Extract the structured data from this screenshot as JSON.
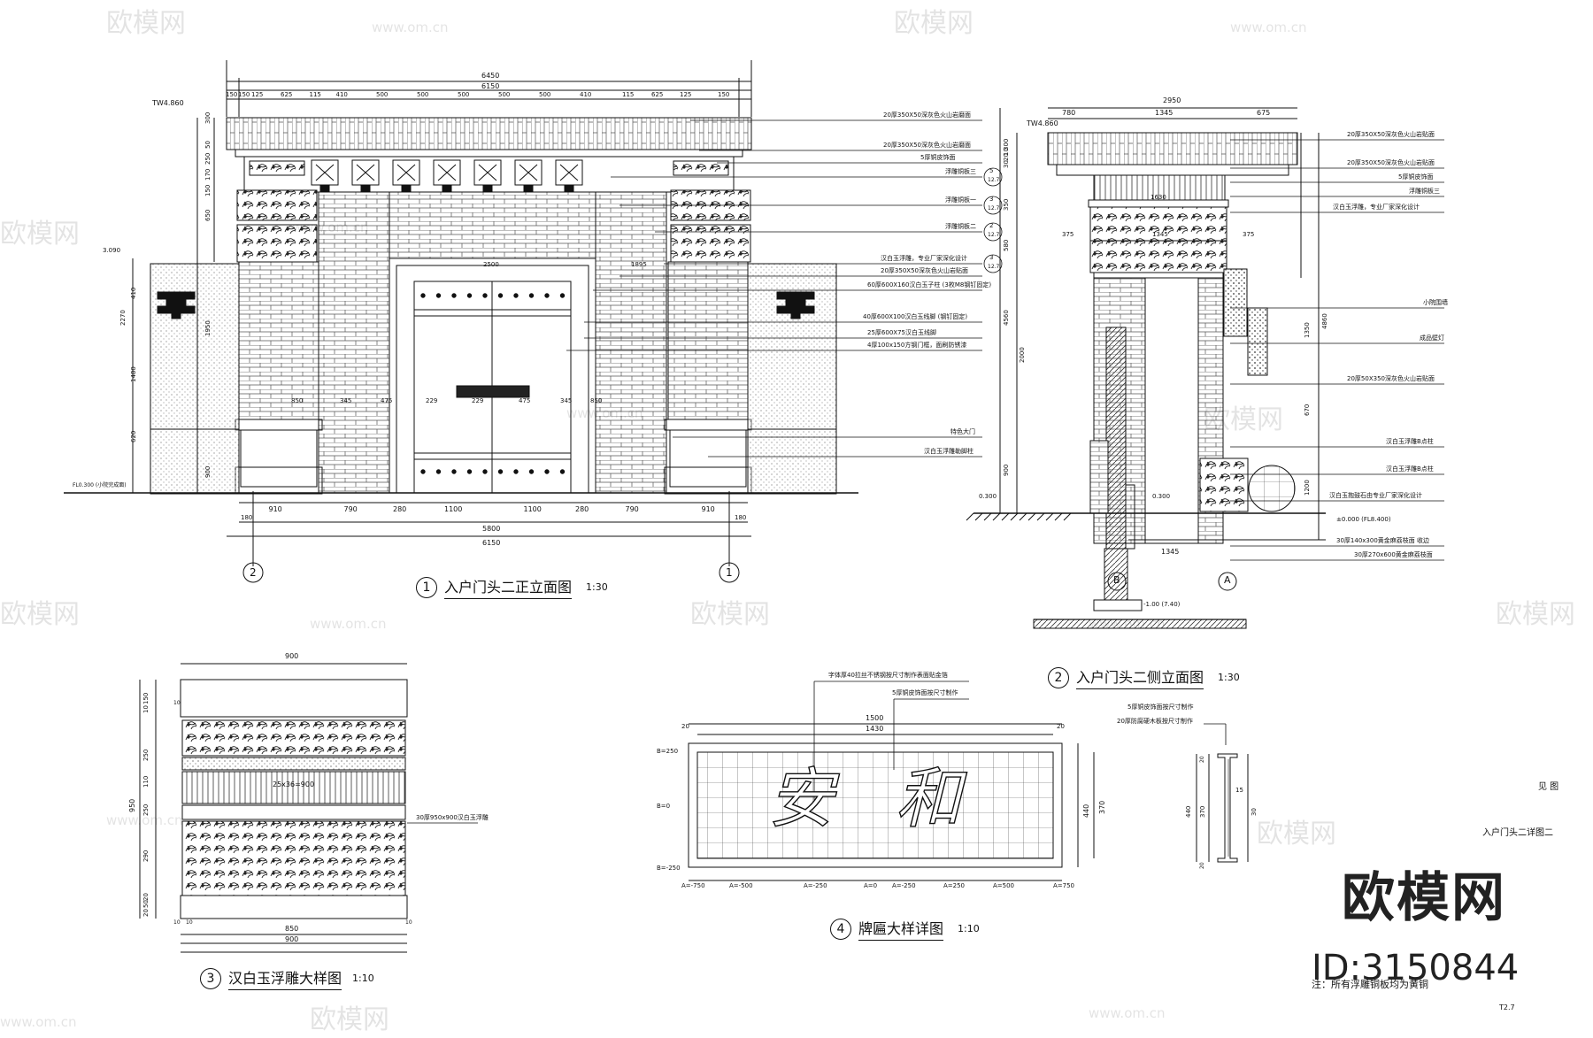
{
  "watermark": {
    "brand": "欧模网",
    "url": "www.om.cn",
    "id": "ID:3150844"
  },
  "front": {
    "num": "1",
    "title": "入户门头二正立面图",
    "scale": "1:30",
    "overall_top": "6450",
    "overall_inner": "6150",
    "top_dims": [
      "150",
      "150",
      "125",
      "625",
      "115",
      "410",
      "500",
      "500",
      "500",
      "500",
      "500",
      "410",
      "115",
      "625",
      "125",
      "150"
    ],
    "bottom_dims": [
      "910",
      "790",
      "280",
      "1100",
      "1100",
      "280",
      "790",
      "910"
    ],
    "bottom_total": "5800",
    "bottom_total2": "6150",
    "edge": "180",
    "level_top": "TW4.860",
    "level_wall": "3.090",
    "level_ground": "FL0.300 (小院完成面)",
    "door_dims": [
      "850",
      "345",
      "475",
      "229",
      "229",
      "475",
      "345",
      "850"
    ],
    "door_width": "2500",
    "door_side": "1895",
    "vert_dims": [
      "300",
      "50",
      "250",
      "170",
      "150",
      "650",
      "2270",
      "1950",
      "410",
      "1480",
      "620",
      "900"
    ],
    "axis_left": "2",
    "axis_right": "1",
    "notes": [
      "20厚350X50深灰色火山岩磨面",
      "20厚350X50深灰色火山岩磨面",
      "5厚铜皮饰面",
      "浮雕铜板三",
      "浮雕铜板一",
      "浮雕铜板二",
      "汉白玉浮雕，专业厂家深化设计",
      "20厚350X50深灰色火山岩贴面",
      "60厚600X160汉白玉子柱 (3枚M8钢钉固定)",
      "40厚600X100汉白玉线脚 (钢钉固定)",
      "25厚600X75汉白玉线脚",
      "4厚100x150方钢门框，面刷防锈漆",
      "特色大门",
      "汉白玉浮雕勒脚柱"
    ],
    "callouts": [
      {
        "n": "5",
        "s": "12.7"
      },
      {
        "n": "3",
        "s": "12.7"
      },
      {
        "n": "2",
        "s": "12.7"
      },
      {
        "n": "3",
        "s": "12.7"
      }
    ]
  },
  "side": {
    "num": "2",
    "title": "入户门头二侧立面图",
    "scale": "1:30",
    "overall": "2950",
    "top_dims": [
      "780",
      "1345",
      "675"
    ],
    "inner": "1630",
    "mid_dims": [
      "375",
      "1345",
      "375"
    ],
    "base_dim": "1345",
    "level_top": "TW4.860",
    "level_a": "0.300",
    "level_b": "0.300",
    "level_c": "±0.000 (FL8.400)",
    "level_d": "-1.00 (7.40)",
    "vert_dims": [
      "300",
      "10",
      "20",
      "30",
      "350",
      "580",
      "2000",
      "4560",
      "900",
      "1350",
      "4860",
      "670",
      "1200"
    ],
    "axes": [
      "B",
      "A"
    ],
    "notes": [
      "20厚350X50深灰色火山岩贴面",
      "20厚350X50深灰色火山岩贴面",
      "5厚铜皮饰面",
      "浮雕铜板三",
      "汉白玉浮雕，专业厂家深化设计",
      "小院围墙",
      "成品壁灯",
      "20厚50X350深灰色火山岩贴面",
      "汉白玉浮雕B点柱",
      "汉白玉浮雕B点柱",
      "汉白玉抱鼓石由专业厂家深化设计",
      "30厚140x300黄金麻荔枝面 收边",
      "30厚270x600黄金麻荔枝面"
    ]
  },
  "relief": {
    "num": "3",
    "title": "汉白玉浮雕大样图",
    "scale": "1:10",
    "width": "900",
    "inner_width": "850",
    "bottom_width": "900",
    "margins": [
      "10",
      "10",
      "10",
      "10"
    ],
    "height": "950",
    "vert_dims": [
      "150",
      "10",
      "250",
      "110",
      "250",
      "290",
      "20",
      "50",
      "20"
    ],
    "pattern": "25x36=900",
    "note": "30厚950x900汉白玉浮雕"
  },
  "plaque": {
    "num": "4",
    "title": "牌匾大样详图",
    "scale": "1:10",
    "overall": "1500",
    "inner": "1430",
    "edge": "20",
    "height": "440",
    "inner_h": "370",
    "glyphs": [
      "安",
      "和"
    ],
    "notes": [
      "字体厚40拉丝不锈钢按尺寸制作表面贴金箔",
      "5厚铜皮饰面按尺寸制作"
    ],
    "x_ticks": [
      "A=-750",
      "A=-500",
      "A=-250",
      "A=0",
      "A=-250",
      "A=250",
      "A=500",
      "A=750"
    ],
    "y_ticks": [
      "B=250",
      "B=0",
      "B=-250"
    ]
  },
  "section": {
    "notes": [
      "5厚铜皮饰面按尺寸制作",
      "20厚防腐硬木板按尺寸制作"
    ],
    "dims": [
      "440",
      "370",
      "15",
      "30",
      "20",
      "20"
    ]
  },
  "title_block": {
    "l1": "见 图",
    "l2": "入户门头二详图二",
    "footnote": "注：所有浮雕铜板均为黄铜",
    "sheet": "T2.7"
  }
}
